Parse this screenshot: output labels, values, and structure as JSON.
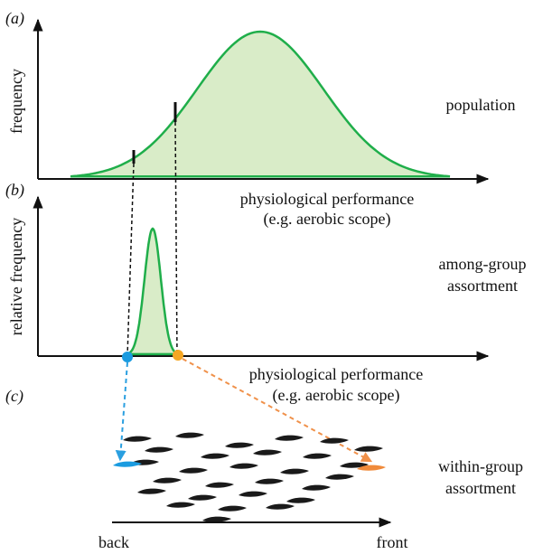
{
  "panels": {
    "a": {
      "tag": "(a)",
      "ylabel": "frequency",
      "xlabel_line1": "physiological performance",
      "xlabel_line2": "(e.g. aerobic scope)",
      "side_label": "population"
    },
    "b": {
      "tag": "(b)",
      "ylabel": "relative frequency",
      "xlabel_line1": "physiological performance",
      "xlabel_line2": "(e.g. aerobic scope)",
      "side_label_line1": "among-group",
      "side_label_line2": "assortment"
    },
    "c": {
      "tag": "(c)",
      "side_label_line1": "within-group",
      "side_label_line2": "assortment",
      "axis_left": "back",
      "axis_right": "front"
    }
  },
  "colors": {
    "curve": "#1fae4a",
    "fill": "#d9ecc8",
    "low_marker": "#1a9be0",
    "high_marker": "#f5a623",
    "low_arrow": "#2a9fe0",
    "high_arrow": "#f0914a",
    "fish": "#1a1a1a",
    "low_fish": "#1a9be0",
    "high_fish": "#f08a3a"
  },
  "icons": [
    "arrow-head-icon",
    "fish-icon",
    "dot-marker-icon"
  ]
}
